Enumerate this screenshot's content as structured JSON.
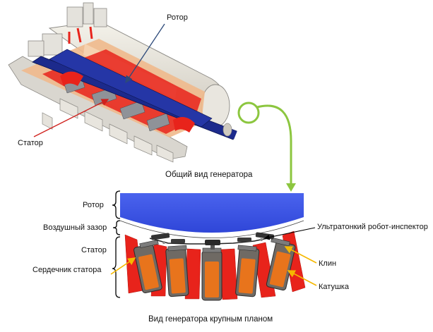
{
  "top": {
    "label_rotor": "Ротор",
    "label_stator": "Статор",
    "caption": "Общий вид генератора"
  },
  "bottom": {
    "bracket_labels": {
      "rotor": "Ротор",
      "air_gap": "Воздушный зазор",
      "stator": "Статор",
      "stator_core": "Сердечник статора"
    },
    "callouts": {
      "robot": "Ультратонкий робот-инспектор",
      "wedge": "Клин",
      "coil": "Катушка"
    },
    "caption": "Вид генератора крупным планом"
  },
  "colors": {
    "rotor_blue": "#3b55e6",
    "stator_red": "#e8231b",
    "coil_orange": "#e8741c",
    "arrow_green": "#8cc63f",
    "callout_yellow": "#f5b800"
  }
}
